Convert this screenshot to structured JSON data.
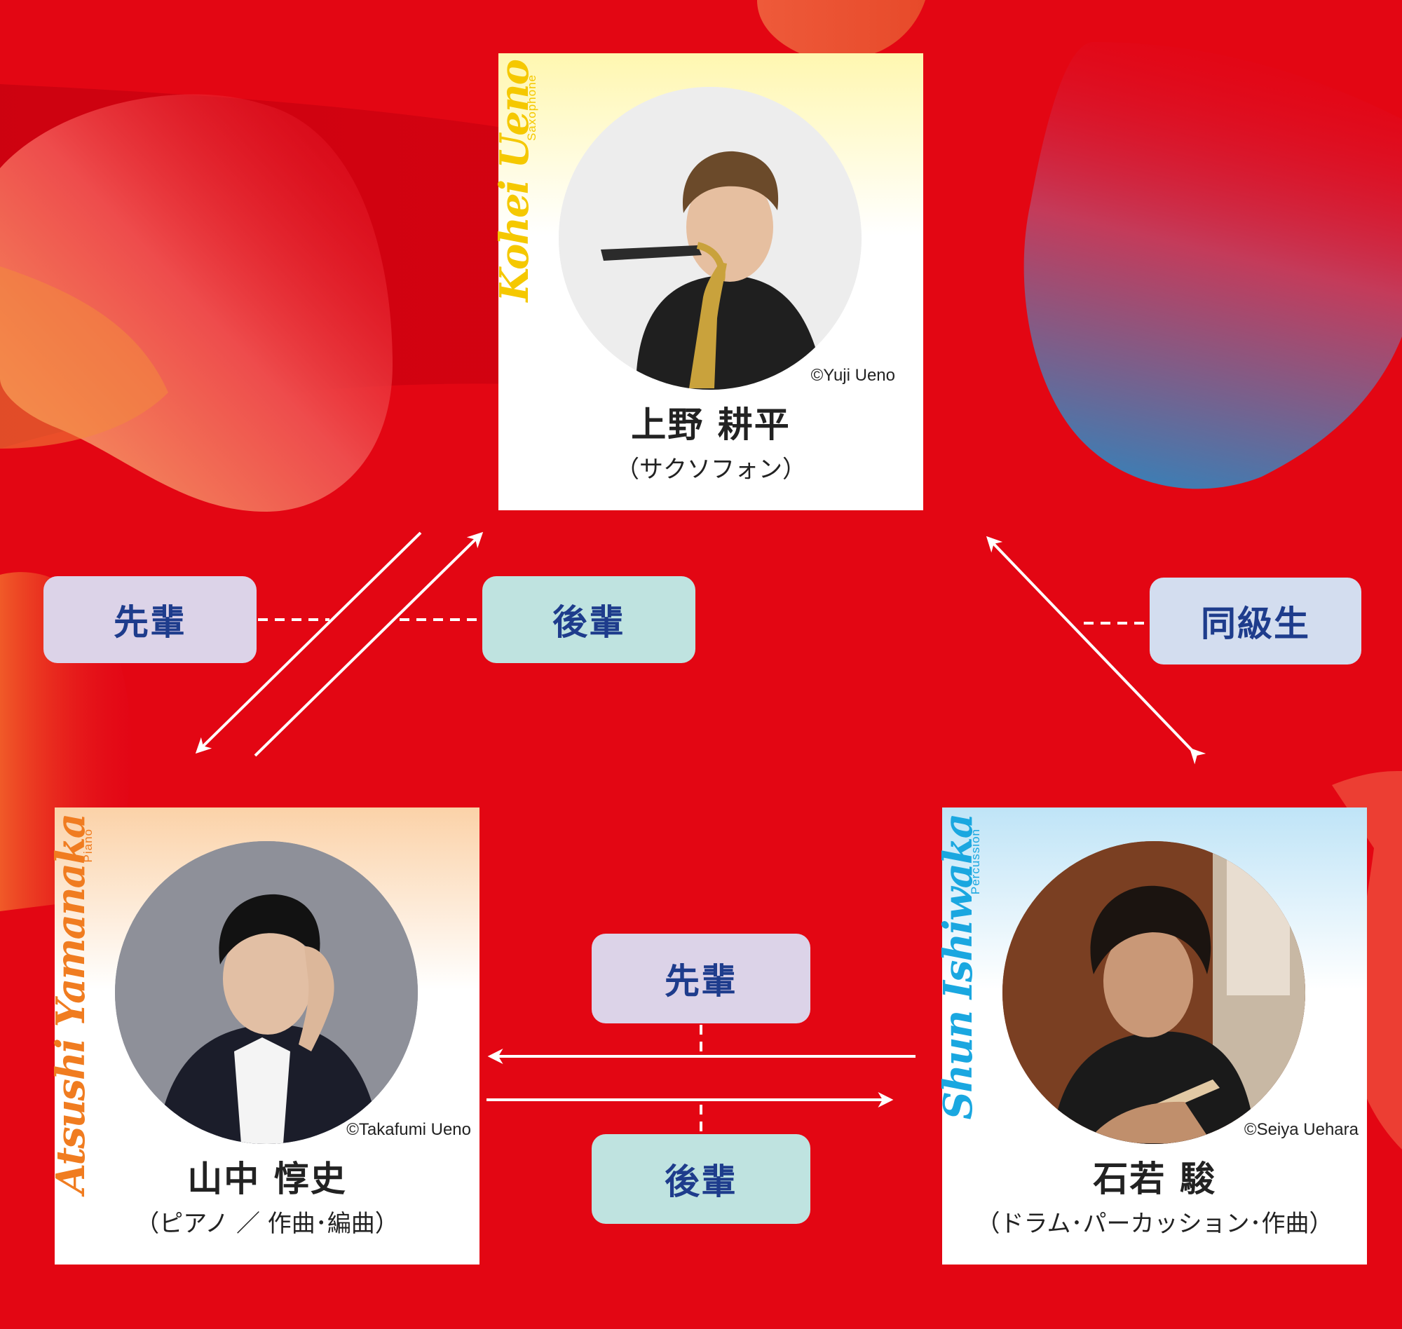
{
  "members": [
    {
      "key": "ueno",
      "name": "上野 耕平",
      "role": "（サクソフォン）",
      "romanized": "Kohei Ueno",
      "instrument": "Saxophone",
      "credit": "©Yuji Ueno",
      "accent": "#f5c800",
      "gradient": "#fff7b0"
    },
    {
      "key": "yamanaka",
      "name": "山中 惇史",
      "role": "（ピアノ ／ 作曲･編曲）",
      "romanized": "Atsushi Yamanaka",
      "instrument": "Piano",
      "credit": "©Takafumi Ueno",
      "accent": "#f07c20",
      "gradient": "#fbd2a8"
    },
    {
      "key": "ishiwaka",
      "name": "石若 駿",
      "role": "（ドラム･パーカッション･作曲）",
      "romanized": "Shun Ishiwaka",
      "instrument": "Percussion",
      "credit": "©Seiya Uehara",
      "accent": "#1aa7e0",
      "gradient": "#bfe4f7"
    }
  ],
  "relations": {
    "left_senpai": "先輩",
    "left_kohai": "後輩",
    "right_doukyuusei": "同級生",
    "bottom_senpai": "先輩",
    "bottom_kohai": "後輩"
  },
  "colors": {
    "background": "#e30613",
    "senpai_tag": "#dcd3e8",
    "kohai_tag": "#bfe3e0",
    "doukyuusei_tag": "#d3ddef",
    "tag_text": "#1e3c8c"
  }
}
